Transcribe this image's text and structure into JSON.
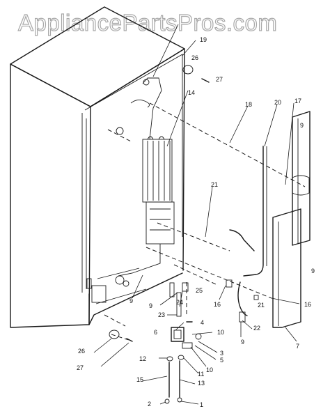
{
  "watermark": "AppliancePartsPros.com",
  "part_labels": {
    "p1": "1",
    "p2": "2",
    "p3": "3",
    "p4": "4",
    "p5": "5",
    "p6": "6",
    "p7": "7",
    "p9a": "9",
    "p9b": "9",
    "p9c": "9",
    "p9d": "9",
    "p9e": "9",
    "p10a": "10",
    "p10b": "10",
    "p11": "11",
    "p12": "12",
    "p13": "13",
    "p14": "14",
    "p15": "15",
    "p16a": "16",
    "p16b": "16",
    "p17": "17",
    "p18": "18",
    "p19": "19",
    "p20": "20",
    "p21a": "21",
    "p21b": "21",
    "p22": "22",
    "p23": "23",
    "p24": "24",
    "p25": "25",
    "p26a": "26",
    "p26b": "26",
    "p27a": "27",
    "p27b": "27"
  }
}
